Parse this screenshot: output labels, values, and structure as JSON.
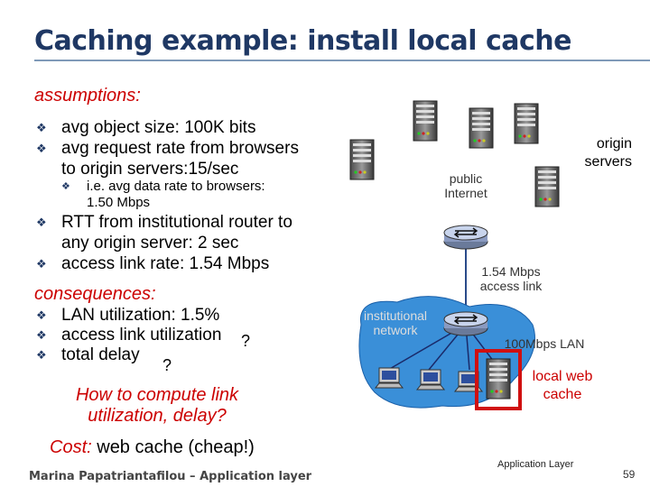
{
  "title": "Caching example: install local cache",
  "assumptions": {
    "heading": "assumptions:",
    "items": [
      "avg object size: 100K bits",
      "avg request rate from browsers",
      "to origin servers:15/sec",
      "i.e. avg data rate to browsers:",
      "1.50 Mbps",
      "RTT from institutional router to",
      "any origin server: 2 sec",
      "access link rate: 1.54 Mbps"
    ]
  },
  "consequences": {
    "heading": "consequences:",
    "items": [
      "LAN utilization: 1.5%",
      "access link utilization",
      "total delay"
    ],
    "q1": "?",
    "q2": "?"
  },
  "question": {
    "line1": "How to compute link",
    "line2": "utilization, delay?"
  },
  "cost": {
    "label": "Cost:",
    "text": " web cache (cheap!)"
  },
  "diagram": {
    "origin_servers": [
      "origin",
      "servers"
    ],
    "public_internet": [
      "public",
      "Internet"
    ],
    "access_link": [
      "1.54 Mbps",
      "access link"
    ],
    "institutional_network": [
      "institutional",
      "network"
    ],
    "lan": "100Mbps LAN",
    "local_cache": [
      "local web",
      "cache"
    ],
    "app_layer": "Application Layer",
    "colors": {
      "cloud": "#3a8fd8",
      "cache_box": "#d01010",
      "link": "#2a4a8a"
    }
  },
  "footer": "Marina Papatriantafilou – Application layer",
  "page_number": "59"
}
